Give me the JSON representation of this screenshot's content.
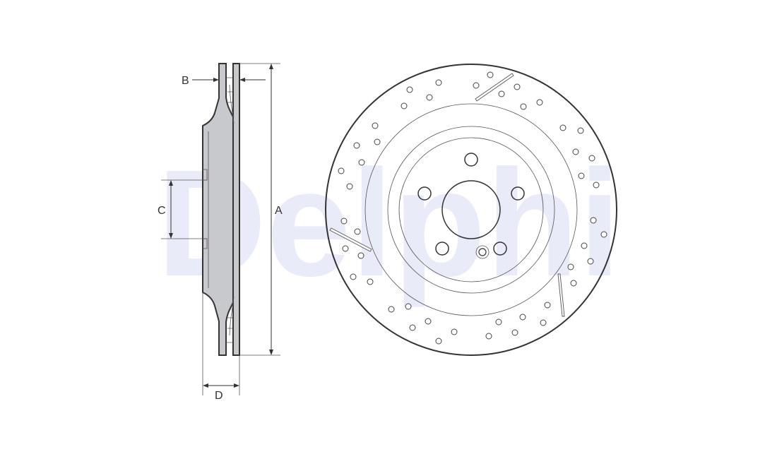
{
  "watermark": {
    "text": "Delphi",
    "color": "#e9ebf8"
  },
  "dimensions": {
    "a": "A",
    "b": "B",
    "c": "C",
    "d": "D"
  },
  "colors": {
    "line": "#333333",
    "part_fill": "#c8c9cc",
    "background": "#ffffff"
  }
}
